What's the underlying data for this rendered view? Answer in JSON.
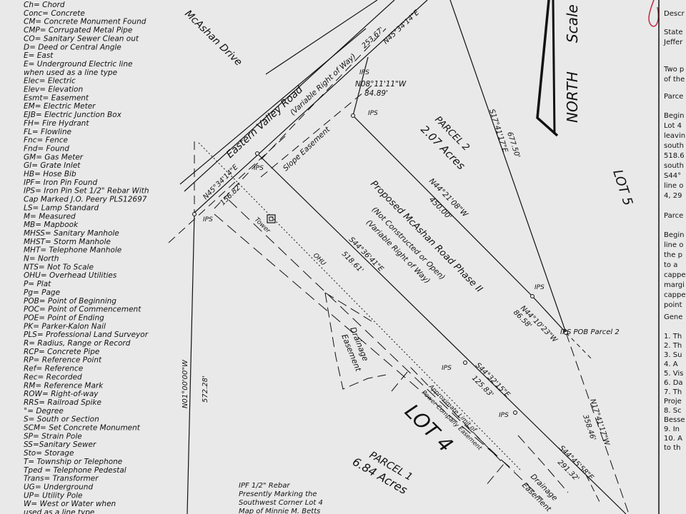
{
  "legend": [
    "Ch= Chord",
    "Conc= Concrete",
    "CM= Concrete Monument Found",
    "CMP= Corrugated Metal Pipe",
    "CO= Sanitary Sewer Clean out",
    "D= Deed or Central Angle",
    "E= East",
    "E= Underground Electric line",
    "when used as a line type",
    "Elec= Electric",
    "Elev= Elevation",
    "Esmt= Easement",
    "EM= Electric Meter",
    "EJB= Electric Junction Box",
    "FH= Fire Hydrant",
    "FL= Flowline",
    "Fnc= Fence",
    "Fnd= Found",
    "GM= Gas Meter",
    "GI= Grate Inlet",
    "HB= Hose Bib",
    "IPF= Iron Pin Found",
    "IPS= Iron Pin Set 1/2\" Rebar With",
    "Cap Marked J.O. Peery PLS12697",
    "LS= Lamp Standard",
    "M= Measured",
    "MB= Mapbook",
    "MHSS= Sanitary Manhole",
    "MHST= Storm Manhole",
    "MHT= Telephone Manhole",
    "N= North",
    "NTS= Not To Scale",
    "OHU= Overhead Utilities",
    "P= Plat",
    "Pg= Page",
    "POB= Point of Beginning",
    "POC= Point of Commencement",
    "POE= Point of Ending",
    "PK= Parker-Kalon Nail",
    "PLS= Professional Land Surveyor",
    "R= Radius, Range or Record",
    "RCP= Concrete Pipe",
    "RP= Reference Point",
    "Ref= Reference",
    "Rec= Recorded",
    "RM= Reference Mark",
    "ROW= Right-of-way",
    "RRS= Railroad Spike",
    "°= Degree",
    "S= South or Section",
    "SCM= Set Concrete Monument",
    "SP= Strain Pole",
    "SS=Sanitary Sewer",
    "Sto= Storage",
    "T= Township or Telephone",
    "Tped = Telephone Pedestal",
    "Trans= Transformer",
    "UG= Underground",
    "UP= Utility Pole",
    "W= West or Water when",
    "used as a line type"
  ],
  "plan": {
    "road_mcashan_drive": "McAshan Drive",
    "road_eastern_valley": "Eastern Valley Road",
    "row_note": "(Variable Right of Way)",
    "slope_easement": "Slope Easement",
    "bearing_top": "N45°34'14\"E",
    "dist_top": "253.67'",
    "bearing_n08": "N08°11'11\"W",
    "dist_n08": "84.89'",
    "parcel2_name": "PARCEL 2",
    "parcel2_area": "2.07 Acres",
    "bearing_s17": "S17°41'17\"E",
    "dist_677": "677.50'",
    "bearing_n44_21": "N44°21'08\"W",
    "dist_450": "450.00'",
    "proposed_line1": "Proposed McAshan Road Phase II",
    "proposed_line2": "(Not Constructed or Open)",
    "proposed_line3": "(Variable Right of Way)",
    "bearing_n45_left": "N45°34'14\"E",
    "dist_156": "156.82'",
    "tower": "Tower",
    "ohu": "OHU",
    "bearing_s44_36": "S44°36'41\"E",
    "dist_518": "518.61'",
    "drainage1_line1": "Drainage",
    "drainage1_line2": "Easement",
    "bearing_n44_10": "N44°10'23\"W",
    "dist_86": "86.58'",
    "ips_pob": "IPS POB Parcel 2",
    "bearing_s44_32": "S44°32'15\"E",
    "dist_125": "125.83'",
    "power_line1": "Approximate Limit of",
    "power_line2": "Power Company Easement",
    "bearing_n01": "N01°00'00\"W",
    "dist_572": "572.28'",
    "lot4": "LOT 4",
    "parcel1_name": "PARCEL 1",
    "parcel1_area": "6.84 Acres",
    "bearing_s44_45": "S44°45'58\"E",
    "dist_291": "291.32'",
    "drainage2_line1": "Drainage",
    "drainage2_line2": "Easement",
    "bearing_n17": "N17°41'17\"W",
    "dist_358": "358.46'",
    "lot5": "LOT 5",
    "north": "NORTH",
    "scale": "Scale",
    "ips": "IPS",
    "ipf_note": [
      "IPF 1/2\" Rebar",
      "Presently Marking the",
      "Southwest Corner Lot 4",
      "Map of Minnie M. Betts"
    ]
  },
  "side": {
    "items": [
      "Descr",
      "State",
      "Jeffer",
      "Two p",
      "of the",
      "Parce",
      "Begin",
      "Lot 4",
      "leavin",
      "south",
      "518.6",
      "south",
      "S44°",
      "line o",
      "4, 29",
      "Parce",
      "Begin",
      "line o",
      "the p",
      "to a",
      "cappe",
      "margi",
      "cappe",
      "point",
      "Gene",
      "1. Th",
      "2. Th",
      "3. Su",
      "4. A",
      "5. Vis",
      "6. Da",
      "7. Th",
      "Proje",
      "8. Sc",
      "Besse",
      "9. In",
      "10. A",
      "to th"
    ]
  }
}
